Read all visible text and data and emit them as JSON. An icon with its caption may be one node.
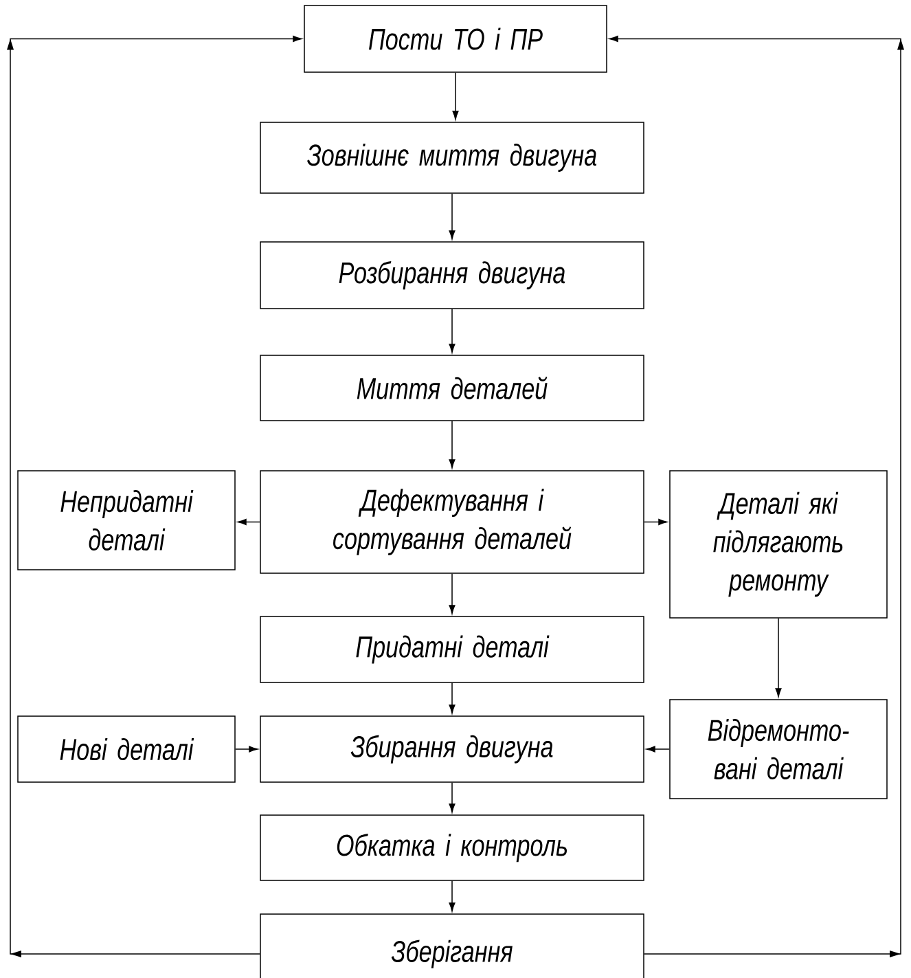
{
  "diagram": {
    "nodes": [
      {
        "text": [
          "Пости ТО і ПР"
        ]
      },
      {
        "text": [
          "Зовнішнє миття двигуна"
        ]
      },
      {
        "text": [
          "Розбирання двигуна"
        ]
      },
      {
        "text": [
          "Миття деталей"
        ]
      },
      {
        "text": [
          "Непридатні деталі"
        ]
      },
      {
        "text": [
          "Дефектування і сортування деталей"
        ]
      },
      {
        "text": [
          "Деталі які підлягають ремонту"
        ]
      },
      {
        "text": [
          "Придатні деталі"
        ]
      },
      {
        "text": [
          "Нові деталі"
        ]
      },
      {
        "text": [
          "Збирання двигуна"
        ]
      },
      {
        "text": [
          "Відремонто-вані деталі"
        ]
      },
      {
        "text": [
          "Обкатка і контроль"
        ]
      },
      {
        "text": [
          "Зберігання"
        ]
      }
    ],
    "edges": [
      {
        "from": 0,
        "to": 1,
        "arrow": "to"
      },
      {
        "from": 1,
        "to": 2,
        "arrow": "to"
      },
      {
        "from": 2,
        "to": 3,
        "arrow": "to"
      },
      {
        "from": 3,
        "to": 5,
        "arrow": "to"
      },
      {
        "from": 5,
        "to": 4,
        "arrow": "to"
      },
      {
        "from": 5,
        "to": 6,
        "arrow": "to"
      },
      {
        "from": 5,
        "to": 7,
        "arrow": "to"
      },
      {
        "from": 6,
        "to": 10,
        "arrow": "to"
      },
      {
        "from": 7,
        "to": 9,
        "arrow": "to"
      },
      {
        "from": 8,
        "to": 9,
        "arrow": "to"
      },
      {
        "from": 10,
        "to": 9,
        "arrow": "to"
      },
      {
        "from": 9,
        "to": 11,
        "arrow": "to"
      },
      {
        "from": 11,
        "to": 12,
        "arrow": "to"
      },
      {
        "from": 12,
        "to": 0,
        "arrow": "to"
      },
      {
        "from": 12,
        "to": 0,
        "arrow": "to"
      }
    ]
  }
}
